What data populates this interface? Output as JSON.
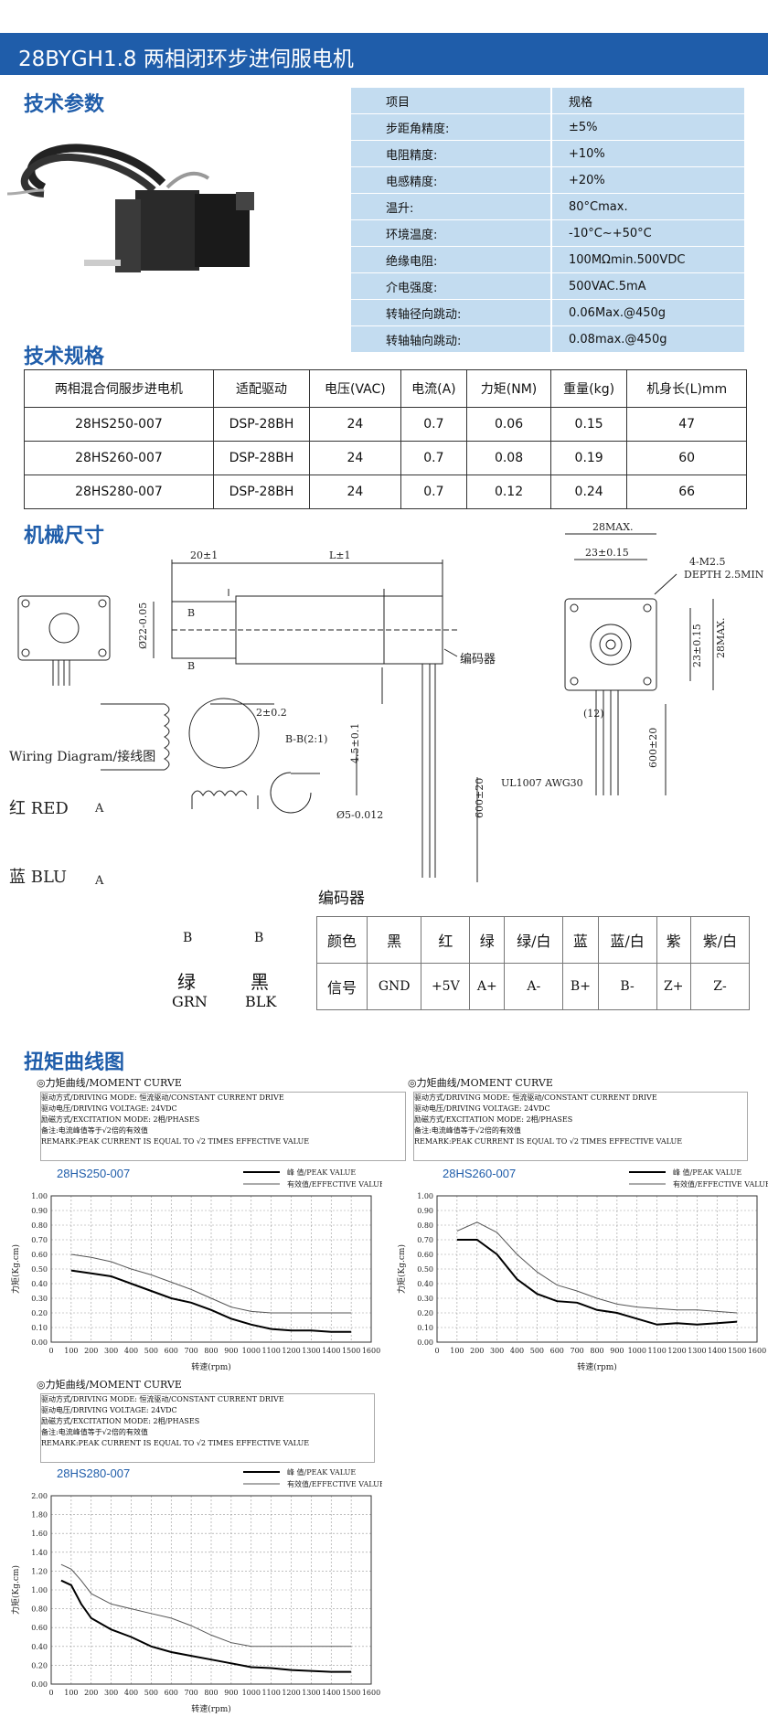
{
  "header": {
    "title": "28BYGH1.8 两相闭环步进伺服电机"
  },
  "sections": {
    "tech_params": "技术参数",
    "tech_specs": "技术规格",
    "mech_dims": "机械尺寸",
    "torque_curves": "扭矩曲线图"
  },
  "params_table": {
    "headers": [
      "项目",
      "规格"
    ],
    "rows": [
      [
        "步距角精度:",
        "±5%"
      ],
      [
        "电阻精度:",
        "+10%"
      ],
      [
        "电感精度:",
        "+20%"
      ],
      [
        "温升:",
        "80°Cmax."
      ],
      [
        "环境温度:",
        "-10°C~+50°C"
      ],
      [
        "绝缘电阻:",
        "100MΩmin.500VDC"
      ],
      [
        "介电强度:",
        "500VAC.5mA"
      ],
      [
        "转轴径向跳动:",
        "0.06Max.@450g"
      ],
      [
        "转轴轴向跳动:",
        "0.08max.@450g"
      ]
    ]
  },
  "spec_table": {
    "headers": [
      "两相混合伺服步进电机",
      "适配驱动",
      "电压(VAC)",
      "电流(A)",
      "力矩(NM)",
      "重量(kg)",
      "机身长(L)mm"
    ],
    "rows": [
      [
        "28HS250-007",
        "DSP-28BH",
        "24",
        "0.7",
        "0.06",
        "0.15",
        "47"
      ],
      [
        "28HS260-007",
        "DSP-28BH",
        "24",
        "0.7",
        "0.08",
        "0.19",
        "60"
      ],
      [
        "28HS280-007",
        "DSP-28BH",
        "24",
        "0.7",
        "0.12",
        "0.24",
        "66"
      ]
    ]
  },
  "drawing": {
    "dim_20": "20±1",
    "dim_L": "L±1",
    "dim_22": "Ø22-0.05",
    "dim_2": "2±0.2",
    "encoder_label": "编码器",
    "section_label": "B-B(2:1)",
    "dim_45": "4.5±0.1",
    "dim_5": "Ø5-0.012",
    "dim_600": "600±20",
    "b_label": "B",
    "top_28max": "28MAX.",
    "top_23": "23±0.15",
    "screw": "4-M2.5",
    "depth": "DEPTH 2.5MIN",
    "side_23": "23±0.15",
    "side_28max": "28MAX.",
    "dim_12": "(12)",
    "cable": "UL1007 AWG30",
    "dim_600_right": "600±20",
    "wiring_title": "Wiring   Diagram/接线图",
    "red": "红 RED",
    "blu": "蓝 BLU",
    "phase_a": "A",
    "phase_b": "B",
    "grn_cn": "绿",
    "grn_en": "GRN",
    "blk_cn": "黑",
    "blk_en": "BLK"
  },
  "encoder": {
    "title": "编码器",
    "colors": [
      "颜色",
      "黑",
      "红",
      "绿",
      "绿/白",
      "蓝",
      "蓝/白",
      "紫",
      "紫/白"
    ],
    "signals": [
      "信号",
      "GND",
      "+5V",
      "A+",
      "A-",
      "B+",
      "B-",
      "Z+",
      "Z-"
    ]
  },
  "chart_notes": {
    "heading": "◎力矩曲线/MOMENT CURVE",
    "line1": "驱动方式/DRIVING MODE: 恒流驱动/CONSTANT CURRENT DRIVE",
    "line2": "驱动电压/DRIVING VOLTAGE: 24VDC",
    "line3": "励磁方式/EXCITATION MODE: 2相/PHASES",
    "line4": "备注:电流峰值等于√2倍的有效值",
    "line5": "REMARK:PEAK CURRENT IS EQUAL TO √2 TIMES EFFECTIVE VALUE",
    "legend_peak": "峰  值/PEAK VALUE",
    "legend_eff": "有效值/EFFECTIVE VALUE",
    "ylabel": "力矩(Kg.cm)",
    "xlabel": "转速(rpm)"
  },
  "colors": {
    "brand": "#1f5daa",
    "param_bg": "#c3dcf0"
  },
  "chart_data": [
    {
      "type": "line",
      "title": "28HS250-007",
      "xlabel": "转速(rpm)",
      "ylabel": "力矩(Kg.cm)",
      "xlim": [
        0,
        1600
      ],
      "ylim": [
        0,
        1.0
      ],
      "x": [
        100,
        200,
        300,
        400,
        500,
        600,
        700,
        800,
        900,
        1000,
        1100,
        1200,
        1300,
        1400,
        1500
      ],
      "series": [
        {
          "name": "峰  值/PEAK VALUE",
          "values": [
            0.49,
            0.47,
            0.45,
            0.4,
            0.35,
            0.3,
            0.27,
            0.22,
            0.16,
            0.12,
            0.09,
            0.08,
            0.08,
            0.07,
            0.07
          ]
        },
        {
          "name": "有效值/EFFECTIVE VALUE",
          "values": [
            0.6,
            0.58,
            0.55,
            0.5,
            0.46,
            0.41,
            0.36,
            0.3,
            0.24,
            0.21,
            0.2,
            0.2,
            0.2,
            0.2,
            0.2
          ]
        }
      ]
    },
    {
      "type": "line",
      "title": "28HS260-007",
      "xlabel": "转速(rpm)",
      "ylabel": "力矩(Kg.cm)",
      "xlim": [
        0,
        1600
      ],
      "ylim": [
        0,
        1.0
      ],
      "x": [
        100,
        200,
        300,
        400,
        500,
        600,
        700,
        800,
        900,
        1000,
        1100,
        1200,
        1300,
        1400,
        1500
      ],
      "series": [
        {
          "name": "峰  值/PEAK VALUE",
          "values": [
            0.7,
            0.7,
            0.6,
            0.43,
            0.33,
            0.28,
            0.27,
            0.22,
            0.2,
            0.16,
            0.12,
            0.13,
            0.12,
            0.13,
            0.14
          ]
        },
        {
          "name": "有效值/EFFECTIVE VALUE",
          "values": [
            0.76,
            0.82,
            0.75,
            0.6,
            0.48,
            0.39,
            0.35,
            0.3,
            0.26,
            0.24,
            0.23,
            0.22,
            0.22,
            0.21,
            0.2
          ]
        }
      ]
    },
    {
      "type": "line",
      "title": "28HS280-007",
      "xlabel": "转速(rpm)",
      "ylabel": "力矩(Kg.cm)",
      "xlim": [
        0,
        1600
      ],
      "ylim": [
        0,
        2.0
      ],
      "x": [
        50,
        100,
        150,
        200,
        300,
        400,
        500,
        600,
        700,
        800,
        900,
        1000,
        1100,
        1200,
        1300,
        1400,
        1500
      ],
      "series": [
        {
          "name": "峰  值/PEAK VALUE",
          "values": [
            1.1,
            1.05,
            0.85,
            0.7,
            0.58,
            0.5,
            0.4,
            0.34,
            0.3,
            0.26,
            0.22,
            0.18,
            0.17,
            0.15,
            0.14,
            0.13,
            0.13
          ]
        },
        {
          "name": "有效值/EFFECTIVE VALUE",
          "values": [
            1.27,
            1.22,
            1.1,
            0.96,
            0.85,
            0.8,
            0.75,
            0.7,
            0.62,
            0.52,
            0.44,
            0.4,
            0.4,
            0.4,
            0.4,
            0.4,
            0.4
          ]
        }
      ]
    }
  ]
}
